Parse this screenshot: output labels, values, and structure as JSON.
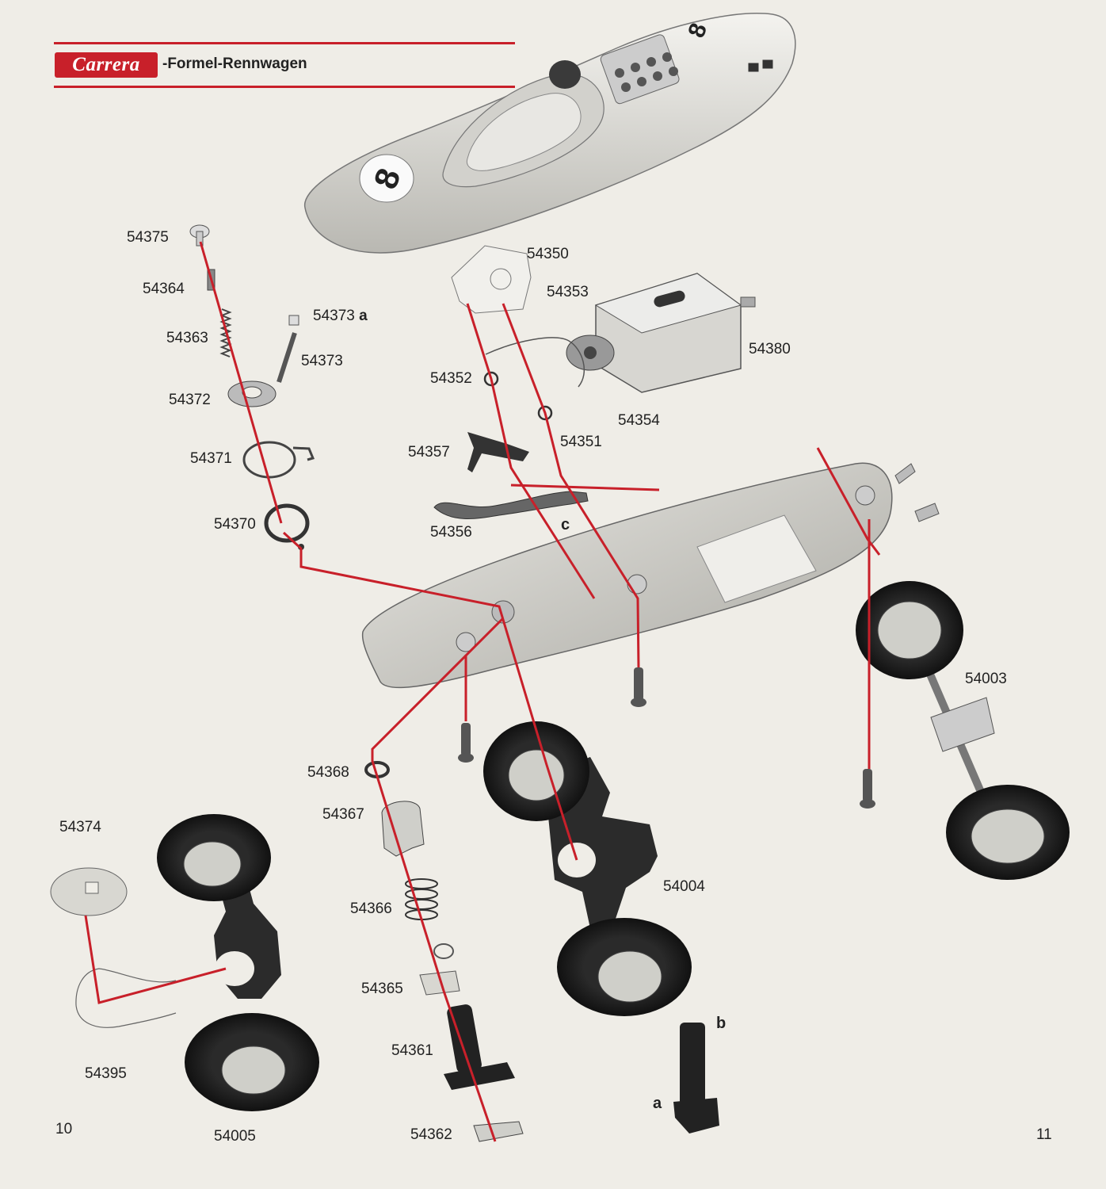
{
  "header": {
    "brand_logo_text": "Carrera",
    "title": "-Formel-Rennwagen",
    "rule_color": "#c8202a"
  },
  "body_number": "8",
  "parts": {
    "p54375": "54375",
    "p54364": "54364",
    "p54363": "54363",
    "p54373a_num": "54373",
    "p54373a_suffix": "a",
    "p54373": "54373",
    "p54372": "54372",
    "p54371": "54371",
    "p54370": "54370",
    "p54350": "54350",
    "p54353": "54353",
    "p54380": "54380",
    "p54352": "54352",
    "p54354": "54354",
    "p54351": "54351",
    "p54357": "54357",
    "p54356": "54356",
    "p54003": "54003",
    "p54368": "54368",
    "p54367": "54367",
    "p54366": "54366",
    "p54365": "54365",
    "p54361": "54361",
    "p54362": "54362",
    "p54004": "54004",
    "p54374": "54374",
    "p54395": "54395",
    "p54005": "54005"
  },
  "letters": {
    "a": "a",
    "b": "b",
    "c": "c"
  },
  "pages": {
    "left": "10",
    "right": "11"
  }
}
